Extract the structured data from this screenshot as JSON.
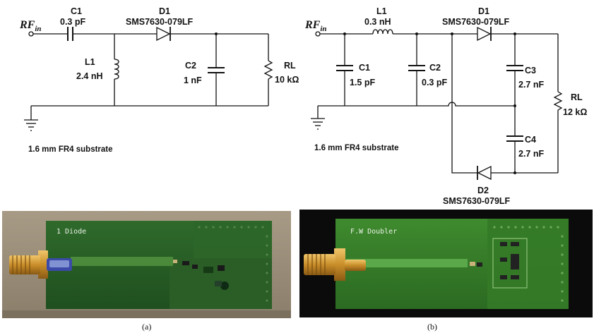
{
  "circuit_a": {
    "rf_input": "RF",
    "rf_input_sub": "in",
    "c1_name": "C1",
    "c1_value": "0.3 pF",
    "d1_name": "D1",
    "d1_part": "SMS7630-079LF",
    "l1_name": "L1",
    "l1_value": "2.4 nH",
    "c2_name": "C2",
    "c2_value": "1 nF",
    "rl_name": "RL",
    "rl_value": "10 kΩ",
    "substrate": "1.6 mm FR4 substrate"
  },
  "circuit_b": {
    "rf_input": "RF",
    "rf_input_sub": "in",
    "l1_name": "L1",
    "l1_value": "0.3 nH",
    "d1_name": "D1",
    "d1_part": "SMS7630-079LF",
    "c1_name": "C1",
    "c1_value": "1.5 pF",
    "c2_name": "C2",
    "c2_value": "0.3 pF",
    "c3_name": "C3",
    "c3_value": "2.7 nF",
    "c4_name": "C4",
    "c4_value": "2.7 nF",
    "rl_name": "RL",
    "rl_value": "12 kΩ",
    "d2_name": "D2",
    "d2_part": "SMS7630-079LF",
    "substrate": "1.6 mm FR4 substrate"
  },
  "photo_a": {
    "silkscreen": "1 Diode",
    "caption": "(a)"
  },
  "photo_b": {
    "silkscreen": "F.W Doubler",
    "caption": "(b)"
  }
}
